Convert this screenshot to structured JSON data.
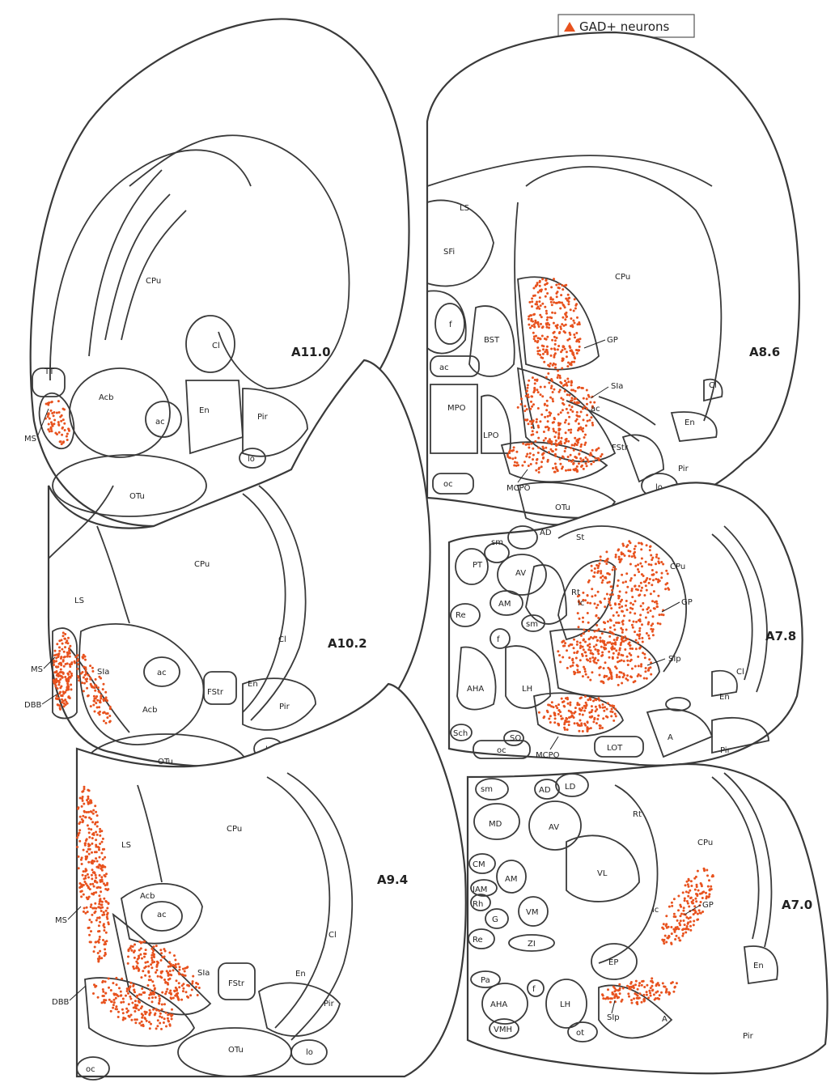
{
  "legend": {
    "label": "GAD+ neurons",
    "marker_color": "#e8521e"
  },
  "neuron_color": "#e8521e",
  "sections": [
    {
      "id": "A11.0",
      "label": "A11.0",
      "regions": [
        "CPu",
        "Cl",
        "TT",
        "Acb",
        "ac",
        "En",
        "Pir",
        "MS",
        "lo",
        "OTu"
      ]
    },
    {
      "id": "A10.2",
      "label": "A10.2",
      "regions": [
        "CPu",
        "LS",
        "Cl",
        "MS",
        "SIa",
        "ac",
        "FStr",
        "En",
        "DBB",
        "Acb",
        "Pir",
        "OTu",
        "lo"
      ]
    },
    {
      "id": "A9.4",
      "label": "A9.4",
      "regions": [
        "LS",
        "CPu",
        "Acb",
        "ac",
        "MS",
        "Cl",
        "SIa",
        "FStr",
        "En",
        "Pir",
        "DBB",
        "OTu",
        "lo",
        "oc"
      ]
    },
    {
      "id": "A8.6",
      "label": "A8.6",
      "regions": [
        "LS",
        "SFi",
        "CPu",
        "f",
        "BST",
        "GP",
        "ac",
        "SIa",
        "ac",
        "Cl",
        "MPO",
        "LPO",
        "En",
        "FStr",
        "oc",
        "MCPO",
        "Pir",
        "OTu",
        "lo"
      ]
    },
    {
      "id": "A7.8",
      "label": "A7.8",
      "regions": [
        "AD",
        "sm",
        "St",
        "PT",
        "AV",
        "CPu",
        "Rt",
        "AM",
        "ic",
        "GP",
        "Re",
        "sm",
        "f",
        "SIp",
        "Cl",
        "AHA",
        "LH",
        "En",
        "Sch",
        "SO",
        "oc",
        "MCPO",
        "LOT",
        "A",
        "Pir"
      ]
    },
    {
      "id": "A7.0",
      "label": "A7.0",
      "regions": [
        "sm",
        "AD",
        "LD",
        "MD",
        "AV",
        "Rt",
        "CPu",
        "CM",
        "AM",
        "VL",
        "IAM",
        "Rh",
        "G",
        "VM",
        "ic",
        "GP",
        "Re",
        "ZI",
        "EP",
        "Pa",
        "f",
        "AHA",
        "LH",
        "VMH",
        "ot",
        "SIp",
        "A",
        "En",
        "Pir"
      ]
    }
  ]
}
